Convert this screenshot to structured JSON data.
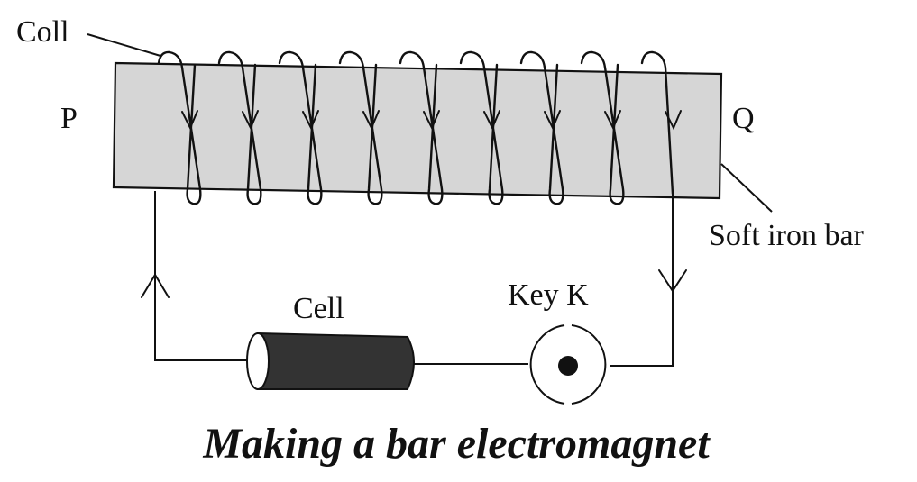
{
  "labels": {
    "coil": "Coll",
    "end_p": "P",
    "end_q": "Q",
    "bar": "Soft iron bar",
    "cell": "Cell",
    "key": "Key K"
  },
  "caption": "Making a bar electromagnet",
  "colors": {
    "bar_fill": "#d6d6d6",
    "cell_fill": "#333333",
    "ink": "#111111"
  },
  "coil_turns": 9
}
